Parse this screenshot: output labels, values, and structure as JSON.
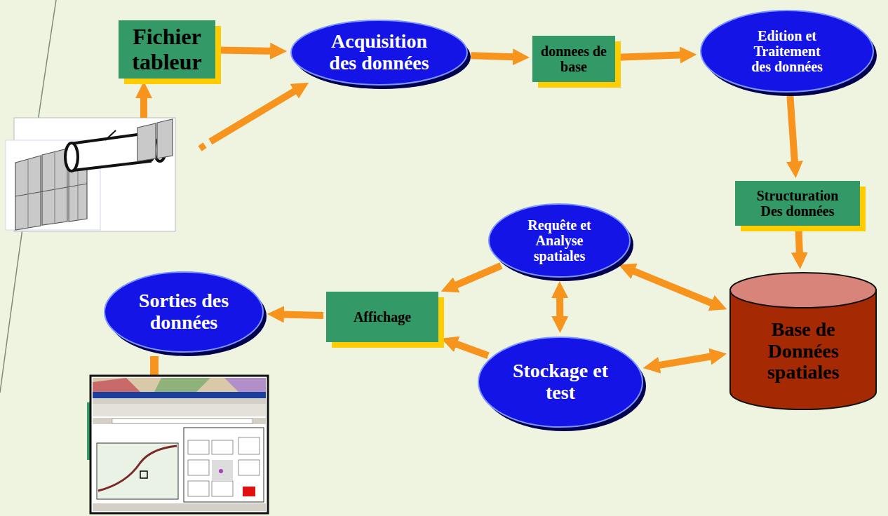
{
  "diagram": {
    "nodes": [
      {
        "text": [
          "Fichier tableur"
        ]
      },
      {
        "text": [
          "Acquisition des données"
        ]
      },
      {
        "text": [
          "donnees de base"
        ]
      },
      {
        "text": [
          "Edition et Traitement des données"
        ]
      },
      {
        "text": [
          "Structuration Des données"
        ]
      },
      {
        "text": [
          "Requête et Analyse spatiales"
        ]
      },
      {
        "text": [
          "Sorties des données"
        ]
      },
      {
        "text": [
          "Affichage"
        ]
      },
      {
        "text": [
          "Base de Données spatiales"
        ]
      },
      {
        "text": [
          "Stockage et test"
        ]
      }
    ],
    "edges": [
      {
        "from": 0,
        "to": 1,
        "arrow": "to"
      },
      {
        "from": 1,
        "to": 2,
        "arrow": "to"
      },
      {
        "from": 2,
        "to": 3,
        "arrow": "to"
      },
      {
        "from": 3,
        "to": 4,
        "arrow": "to"
      },
      {
        "from": 4,
        "to": 8,
        "arrow": "to"
      },
      {
        "from": 5,
        "to": 8,
        "arrow": "both"
      },
      {
        "from": 9,
        "to": 8,
        "arrow": "both"
      },
      {
        "from": 5,
        "to": 9,
        "arrow": "both"
      },
      {
        "from": 5,
        "to": 7,
        "arrow": "to"
      },
      {
        "from": 9,
        "to": 7,
        "arrow": "to"
      },
      {
        "from": 7,
        "to": 6,
        "arrow": "to"
      }
    ]
  }
}
